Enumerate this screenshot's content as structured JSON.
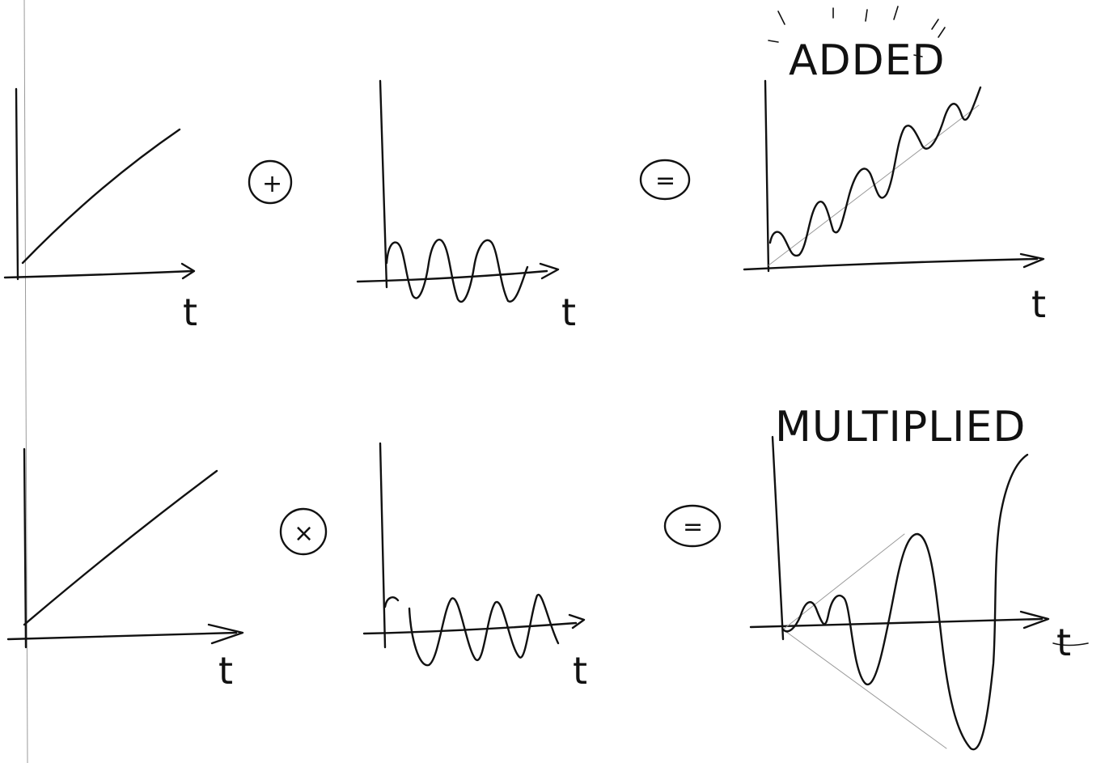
{
  "rows": {
    "added": {
      "title": "ADDED",
      "operator": "+",
      "equals": "=",
      "axis_labels": [
        "t",
        "t",
        "t"
      ]
    },
    "multiplied": {
      "title": "MULTIPLIED",
      "operator": "×",
      "equals": "=",
      "axis_labels": [
        "t",
        "t",
        "t"
      ]
    }
  }
}
